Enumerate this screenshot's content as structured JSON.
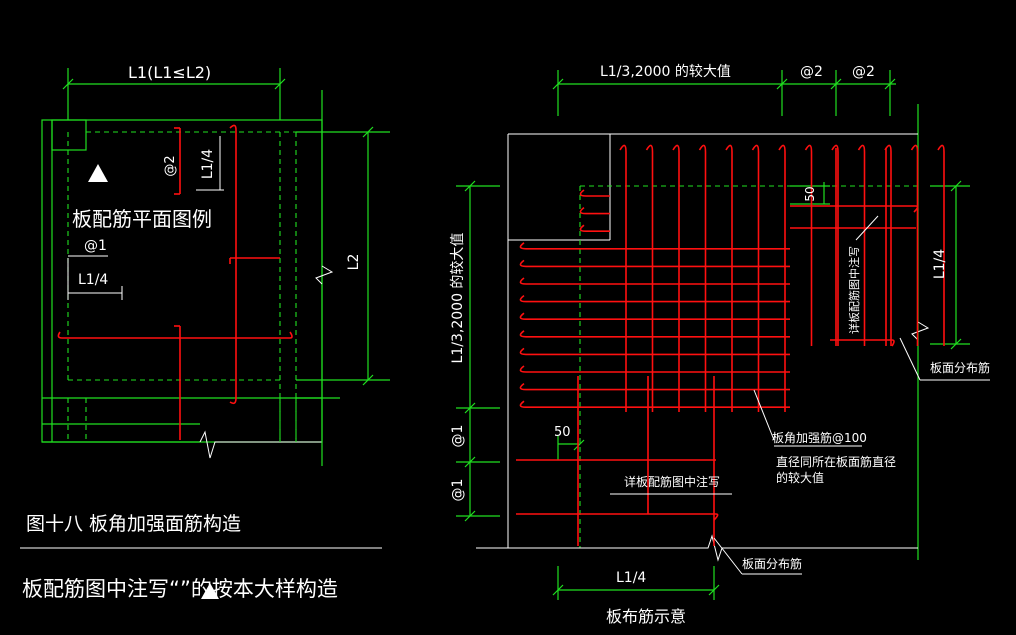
{
  "colors": {
    "background": "#000000",
    "structure_lines": "#20e020",
    "rebar": "#ff1010",
    "text": "#ffffff"
  },
  "left_plan": {
    "dim_top": "L1(L1≤L2)",
    "dim_right": "L2",
    "dim_quarter_vertical": "L1/4",
    "spacing_vertical": "@2",
    "legend_title": "板配筋平面图例",
    "spacing_mark": "@1",
    "dim_quarter_horizontal": "L1/4",
    "marker_icon": "triangle-marker-icon"
  },
  "figure": {
    "caption": "图十八  板角加强面筋构造",
    "note_prefix": "板配筋图中注写“",
    "note_suffix": "”的按本大样构造"
  },
  "right_detail": {
    "dim_top_main": "L1/3,2000 的较大值",
    "dim_top_spacing_1": "@2",
    "dim_top_spacing_2": "@2",
    "dim_left_main": "L1/3,2000 的较大值",
    "dim_left_spacing_1": "@1",
    "dim_left_spacing_2": "@1",
    "dim_50_top": "50",
    "dim_50_left": "50",
    "dim_right": "L1/4",
    "dim_bottom": "L1/4",
    "note_vertical": "详板配筋图中注写",
    "label_distribution_right": "板面分布筋",
    "label_distribution_bottom": "板面分布筋",
    "label_corner_bar": "板角加强筋@100",
    "label_corner_bar_line2": "直径同所在板面筋直径",
    "label_corner_bar_line3": "的较大值",
    "note_horizontal": "详板配筋图中注写",
    "title": "板布筋示意"
  }
}
